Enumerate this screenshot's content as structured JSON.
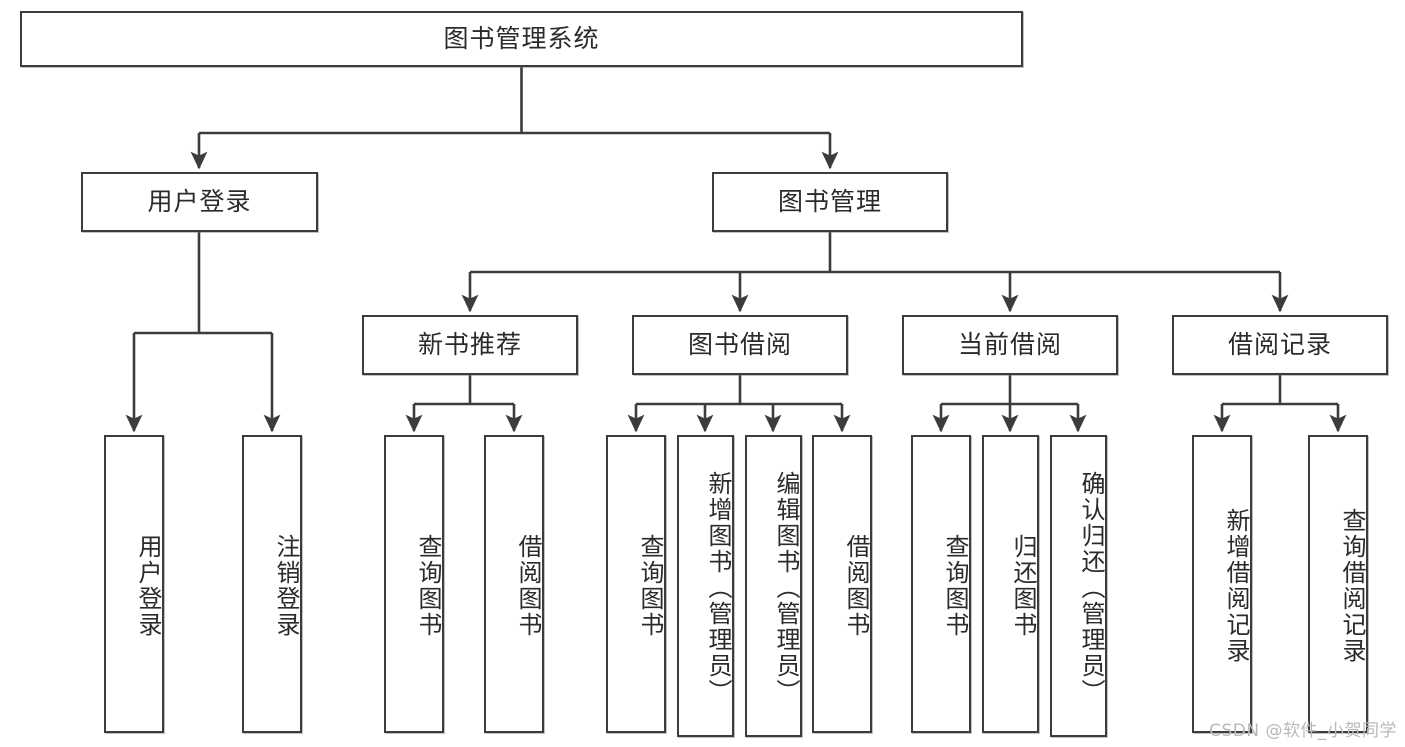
{
  "diagram": {
    "title": "图书管理系统",
    "type": "tree",
    "stroke_color": "#3c3c3c",
    "fill_color": "#ffffff",
    "text_color": "#2b2b2b",
    "watermark": "CSDN @软件_小贺同学",
    "root": {
      "label": "图书管理系统"
    },
    "level2": [
      {
        "label": "用户登录"
      },
      {
        "label": "图书管理"
      }
    ],
    "level3": [
      {
        "label": "新书推荐"
      },
      {
        "label": "图书借阅"
      },
      {
        "label": "当前借阅"
      },
      {
        "label": "借阅记录"
      }
    ],
    "leaves": {
      "user_login": [
        {
          "label": "用户登录"
        },
        {
          "label": "注销登录"
        }
      ],
      "new_book": [
        {
          "label": "查询图书"
        },
        {
          "label": "借阅图书"
        }
      ],
      "book_borrow": [
        {
          "label": "查询图书"
        },
        {
          "label": "新增图书（管理员）"
        },
        {
          "label": "编辑图书（管理员）"
        },
        {
          "label": "借阅图书"
        }
      ],
      "current_borrow": [
        {
          "label": "查询图书"
        },
        {
          "label": "归还图书"
        },
        {
          "label": "确认归还（管理员）"
        }
      ],
      "borrow_record": [
        {
          "label": "新增借阅记录"
        },
        {
          "label": "查询借阅记录"
        }
      ]
    }
  }
}
